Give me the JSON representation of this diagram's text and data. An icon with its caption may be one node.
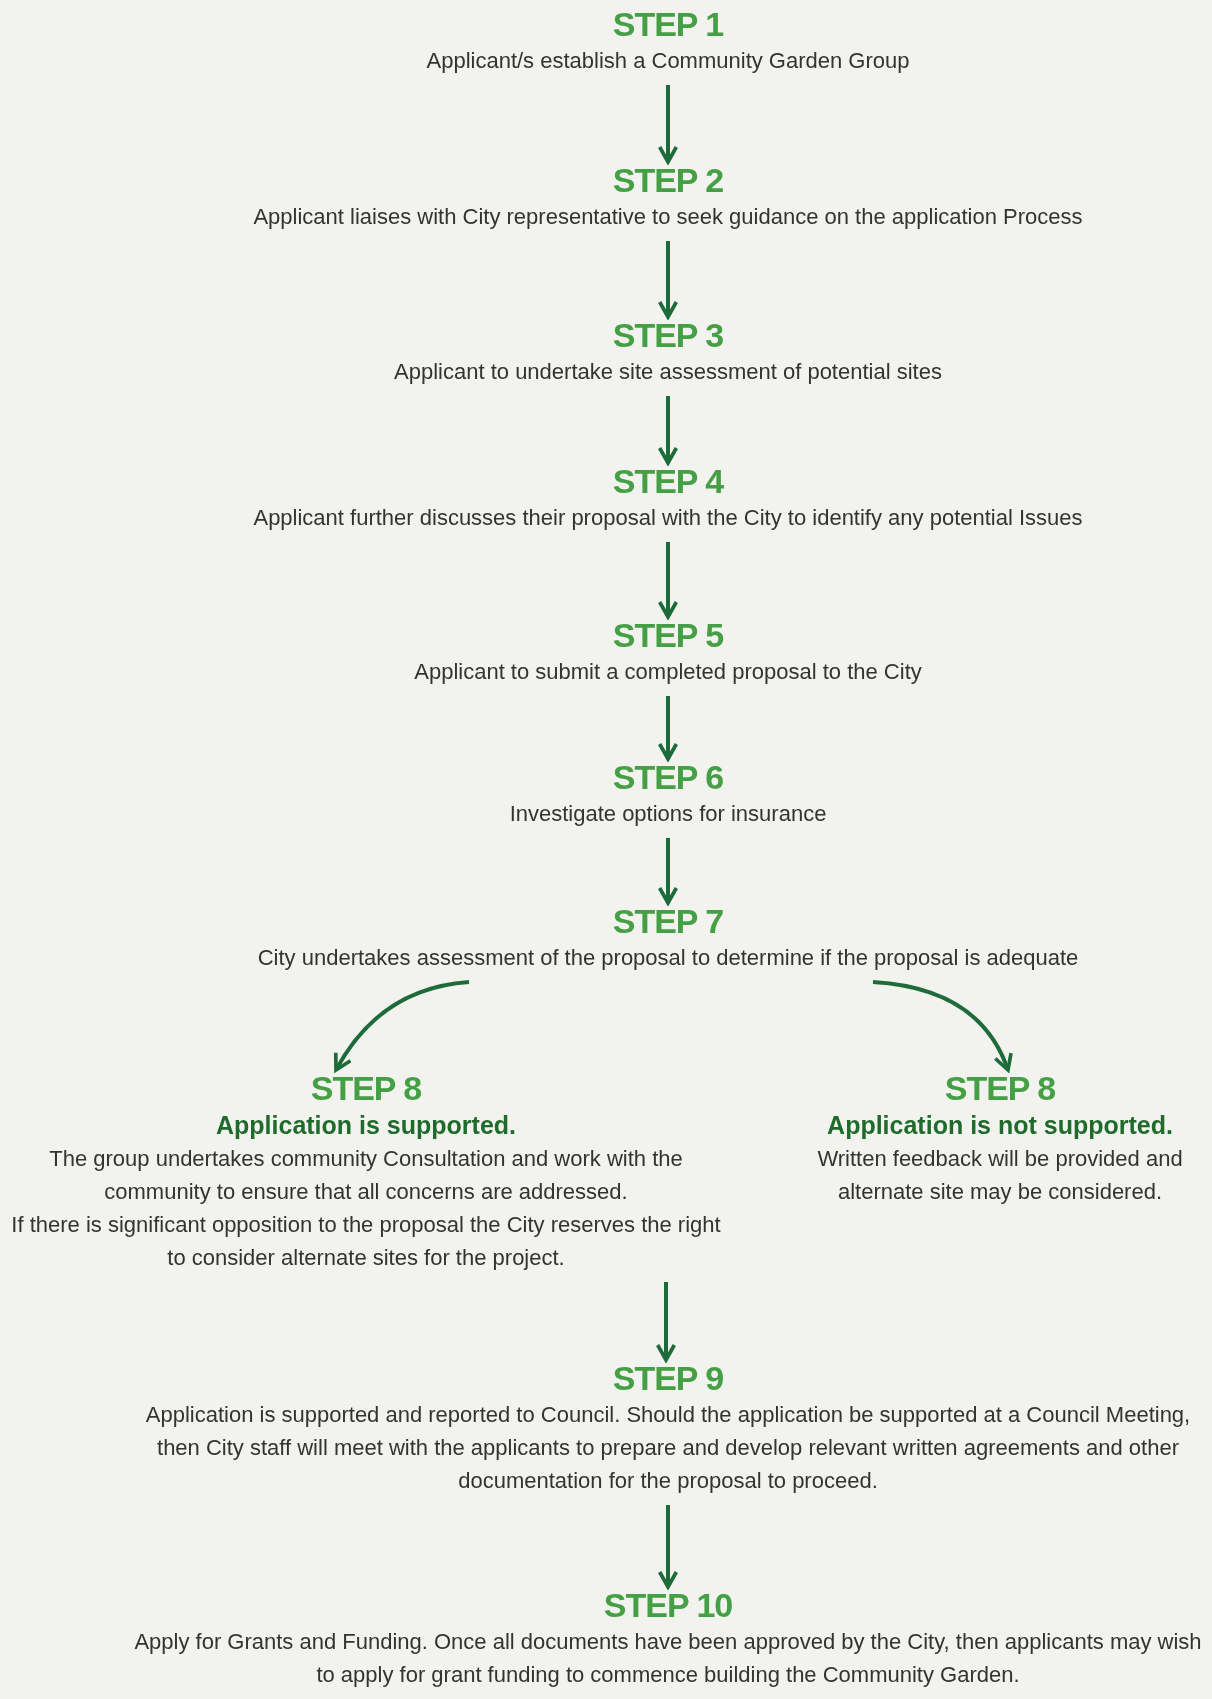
{
  "diagram": {
    "nodes": [
      {
        "text": [
          "STEP 1",
          "Applicant/s establish a Community Garden Group"
        ]
      },
      {
        "text": [
          "STEP 2",
          "Applicant liaises with City representative to seek guidance on the application Process"
        ]
      },
      {
        "text": [
          "STEP 3",
          "Applicant to undertake site assessment of potential sites"
        ]
      },
      {
        "text": [
          "STEP 4",
          "Applicant further discusses their proposal with the City to identify any potential Issues"
        ]
      },
      {
        "text": [
          "STEP 5",
          "Applicant to submit a completed proposal to the City"
        ]
      },
      {
        "text": [
          "STEP 6",
          "Investigate options for insurance"
        ]
      },
      {
        "text": [
          "STEP 7",
          "City undertakes assessment of the proposal to determine if the proposal is adequate"
        ]
      },
      {
        "text": [
          "STEP 8",
          "Application is supported.",
          "The group undertakes community Consultation and work with the community to ensure that all concerns are addressed.",
          "If there is significant opposition to the proposal the City reserves the right to consider alternate sites for the project."
        ]
      },
      {
        "text": [
          "STEP 8",
          "Application is not supported.",
          "Written feedback will be provided and alternate site may be considered."
        ]
      },
      {
        "text": [
          "STEP 9",
          "Application is supported and reported to Council. Should the application be supported at a Council Meeting, then City staff will meet with the applicants to prepare and develop relevant written agreements and other documentation for the proposal to proceed."
        ]
      },
      {
        "text": [
          "STEP 10",
          "Apply for Grants and Funding. Once all documents have been approved by the City, then applicants may wish to apply for grant funding to commence building the Community Garden."
        ]
      }
    ],
    "edges": [
      {
        "from": 0,
        "to": 1,
        "arrow": "to"
      },
      {
        "from": 1,
        "to": 2,
        "arrow": "to"
      },
      {
        "from": 2,
        "to": 3,
        "arrow": "to"
      },
      {
        "from": 3,
        "to": 4,
        "arrow": "to"
      },
      {
        "from": 4,
        "to": 5,
        "arrow": "to"
      },
      {
        "from": 5,
        "to": 6,
        "arrow": "to"
      },
      {
        "from": 6,
        "to": 7,
        "arrow": "to"
      },
      {
        "from": 6,
        "to": 8,
        "arrow": "to"
      },
      {
        "from": 7,
        "to": 9,
        "arrow": "to"
      },
      {
        "from": 9,
        "to": 10,
        "arrow": "to"
      }
    ]
  }
}
